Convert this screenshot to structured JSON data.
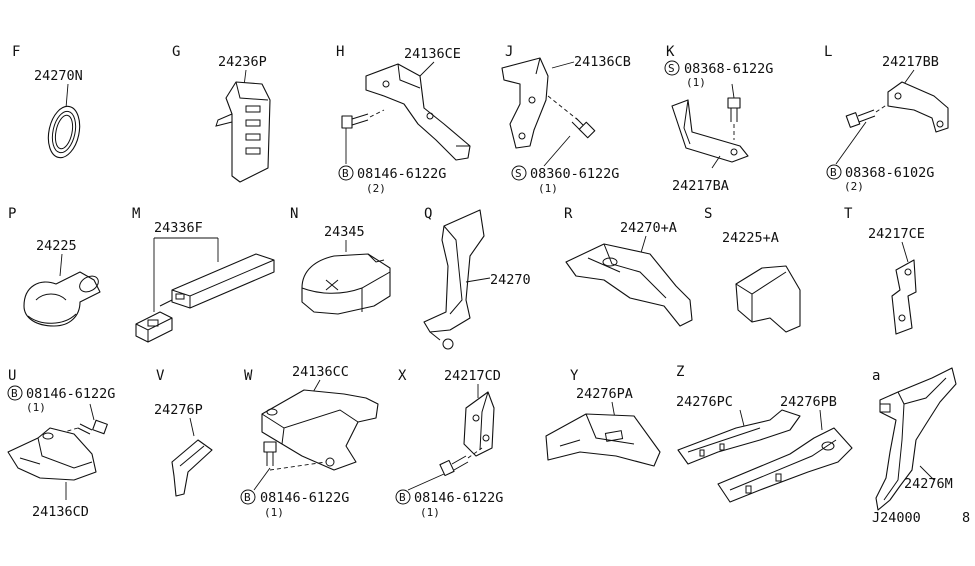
{
  "sections": {
    "F": {
      "letter": "F",
      "parts": [
        "24270N"
      ]
    },
    "G": {
      "letter": "G",
      "parts": [
        "24236P"
      ]
    },
    "H": {
      "letter": "H",
      "parts": [
        "24136CE"
      ],
      "bolt": {
        "symbol": "B",
        "number": "08146-6122G",
        "qty": "(2)"
      }
    },
    "J": {
      "letter": "J",
      "parts": [
        "24136CB"
      ],
      "bolt": {
        "symbol": "S",
        "number": "08360-6122G",
        "qty": "(1)"
      }
    },
    "K": {
      "letter": "K",
      "parts": [
        "24217BA"
      ],
      "bolt": {
        "symbol": "S",
        "number": "08368-6122G",
        "qty": "(1)"
      }
    },
    "L": {
      "letter": "L",
      "parts": [
        "24217BB"
      ],
      "bolt": {
        "symbol": "B",
        "number": "08368-6102G",
        "qty": "(2)"
      }
    },
    "P": {
      "letter": "P",
      "parts": [
        "24225"
      ]
    },
    "M": {
      "letter": "M",
      "parts": [
        "24336F"
      ]
    },
    "N": {
      "letter": "N",
      "parts": [
        "24345"
      ]
    },
    "Q": {
      "letter": "Q",
      "parts": [
        "24270"
      ]
    },
    "R": {
      "letter": "R",
      "parts": [
        "24270+A"
      ]
    },
    "S": {
      "letter": "S",
      "parts": [
        "24225+A"
      ]
    },
    "T": {
      "letter": "T",
      "parts": [
        "24217CE"
      ]
    },
    "U": {
      "letter": "U",
      "parts": [
        "24136CD"
      ],
      "bolt": {
        "symbol": "B",
        "number": "08146-6122G",
        "qty": "(1)"
      }
    },
    "V": {
      "letter": "V",
      "parts": [
        "24276P"
      ]
    },
    "W": {
      "letter": "W",
      "parts": [
        "24136CC"
      ],
      "bolt": {
        "symbol": "B",
        "number": "08146-6122G",
        "qty": "(1)"
      }
    },
    "X": {
      "letter": "X",
      "parts": [
        "24217CD"
      ],
      "bolt": {
        "symbol": "B",
        "number": "08146-6122G",
        "qty": "(1)"
      }
    },
    "Y": {
      "letter": "Y",
      "parts": [
        "24276PA"
      ]
    },
    "Z": {
      "letter": "Z",
      "parts": [
        "24276PC",
        "24276PB"
      ]
    },
    "a": {
      "letter": "a",
      "parts": [
        "24276M"
      ]
    }
  },
  "diagram_code": "J24000",
  "diagram_suffix": "8",
  "colors": {
    "ink": "#111111",
    "paper": "#ffffff"
  }
}
